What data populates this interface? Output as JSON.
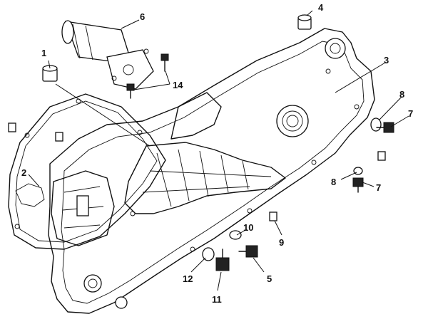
{
  "callouts": {
    "c1": "1",
    "c2": "2",
    "c3": "3",
    "c4": "4",
    "c5": "5",
    "c6": "6",
    "c7a": "7",
    "c7b": "7",
    "c8a": "8",
    "c8b": "8",
    "c9": "9",
    "c10": "10",
    "c11": "11",
    "c12": "12",
    "c14": "14"
  }
}
